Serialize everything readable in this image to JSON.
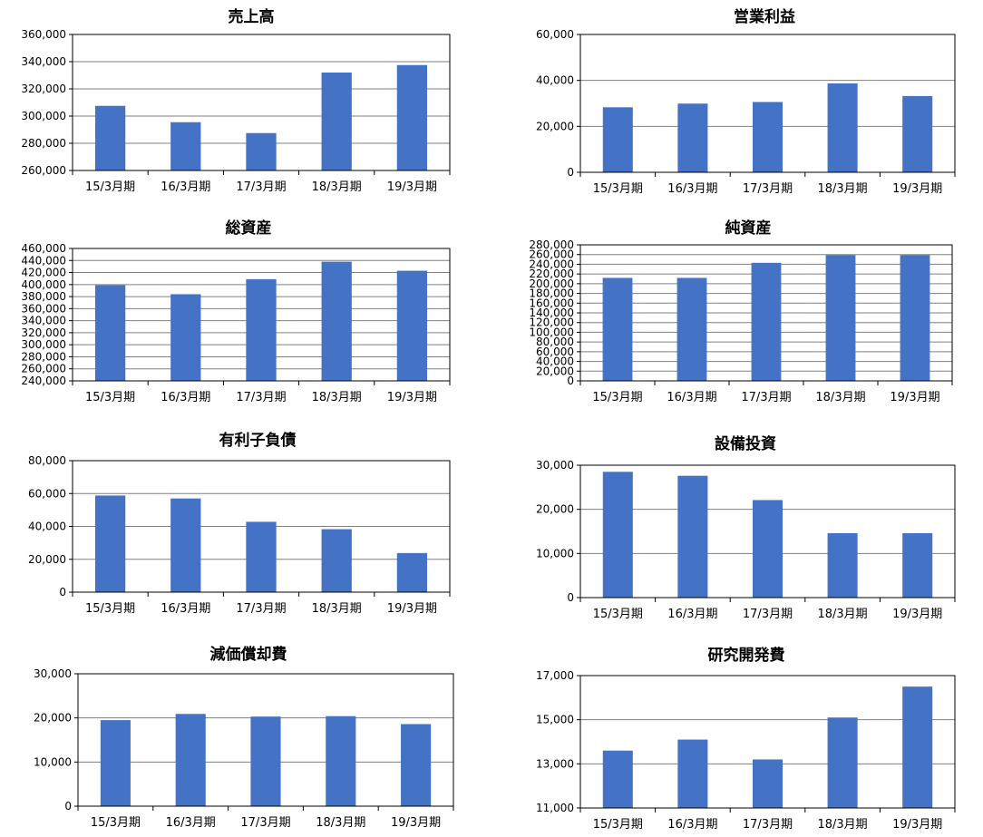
{
  "chart_data": [
    {
      "type": "bar",
      "title": "売上高",
      "categories": [
        "15/3月期",
        "16/3月期",
        "17/3月期",
        "18/3月期",
        "19/3月期"
      ],
      "values": [
        307500,
        295500,
        287500,
        332000,
        337500
      ],
      "ylim": [
        260000,
        360000
      ],
      "yticks": [
        "260,000",
        "280,000",
        "300,000",
        "320,000",
        "340,000",
        "360,000"
      ],
      "color": "#4472C4"
    },
    {
      "type": "bar",
      "title": "営業利益",
      "categories": [
        "15/3月期",
        "16/3月期",
        "17/3月期",
        "18/3月期",
        "19/3月期"
      ],
      "values": [
        28300,
        29900,
        30600,
        38700,
        33200
      ],
      "ylim": [
        0,
        60000
      ],
      "yticks": [
        "0",
        "20,000",
        "40,000",
        "60,000"
      ],
      "color": "#4472C4"
    },
    {
      "type": "bar",
      "title": "総資産",
      "categories": [
        "15/3月期",
        "16/3月期",
        "17/3月期",
        "18/3月期",
        "19/3月期"
      ],
      "values": [
        399000,
        384000,
        409000,
        438000,
        423000
      ],
      "ylim": [
        240000,
        460000
      ],
      "yticks": [
        "240,000",
        "260,000",
        "280,000",
        "300,000",
        "320,000",
        "340,000",
        "360,000",
        "380,000",
        "400,000",
        "420,000",
        "440,000",
        "460,000"
      ],
      "color": "#4472C4"
    },
    {
      "type": "bar",
      "title": "純資産",
      "categories": [
        "15/3月期",
        "16/3月期",
        "17/3月期",
        "18/3月期",
        "19/3月期"
      ],
      "values": [
        212000,
        212000,
        243000,
        259000,
        259000
      ],
      "ylim": [
        0,
        280000
      ],
      "yticks": [
        "0",
        "20,000",
        "40,000",
        "60,000",
        "80,000",
        "100,000",
        "120,000",
        "140,000",
        "160,000",
        "180,000",
        "200,000",
        "220,000",
        "240,000",
        "260,000",
        "280,000"
      ],
      "color": "#4472C4"
    },
    {
      "type": "bar",
      "title": "有利子負債",
      "categories": [
        "15/3月期",
        "16/3月期",
        "17/3月期",
        "18/3月期",
        "19/3月期"
      ],
      "values": [
        58800,
        57000,
        42800,
        38300,
        23800
      ],
      "ylim": [
        0,
        80000
      ],
      "yticks": [
        "0",
        "20,000",
        "40,000",
        "60,000",
        "80,000"
      ],
      "color": "#4472C4"
    },
    {
      "type": "bar",
      "title": "設備投資",
      "categories": [
        "15/3月期",
        "16/3月期",
        "17/3月期",
        "18/3月期",
        "19/3月期"
      ],
      "values": [
        28500,
        27600,
        22100,
        14600,
        14600
      ],
      "ylim": [
        0,
        30000
      ],
      "yticks": [
        "0",
        "10,000",
        "20,000",
        "30,000"
      ],
      "color": "#4472C4"
    },
    {
      "type": "bar",
      "title": "減価償却費",
      "categories": [
        "15/3月期",
        "16/3月期",
        "17/3月期",
        "18/3月期",
        "19/3月期"
      ],
      "values": [
        19500,
        20900,
        20300,
        20400,
        18600
      ],
      "ylim": [
        0,
        30000
      ],
      "yticks": [
        "0",
        "10,000",
        "20,000",
        "30,000"
      ],
      "color": "#4472C4"
    },
    {
      "type": "bar",
      "title": "研究開発費",
      "categories": [
        "15/3月期",
        "16/3月期",
        "17/3月期",
        "18/3月期",
        "19/3月期"
      ],
      "values": [
        13600,
        14100,
        13200,
        15100,
        16500
      ],
      "ylim": [
        11000,
        17000
      ],
      "yticks": [
        "11,000",
        "13,000",
        "15,000",
        "17,000"
      ],
      "color": "#4472C4"
    }
  ]
}
